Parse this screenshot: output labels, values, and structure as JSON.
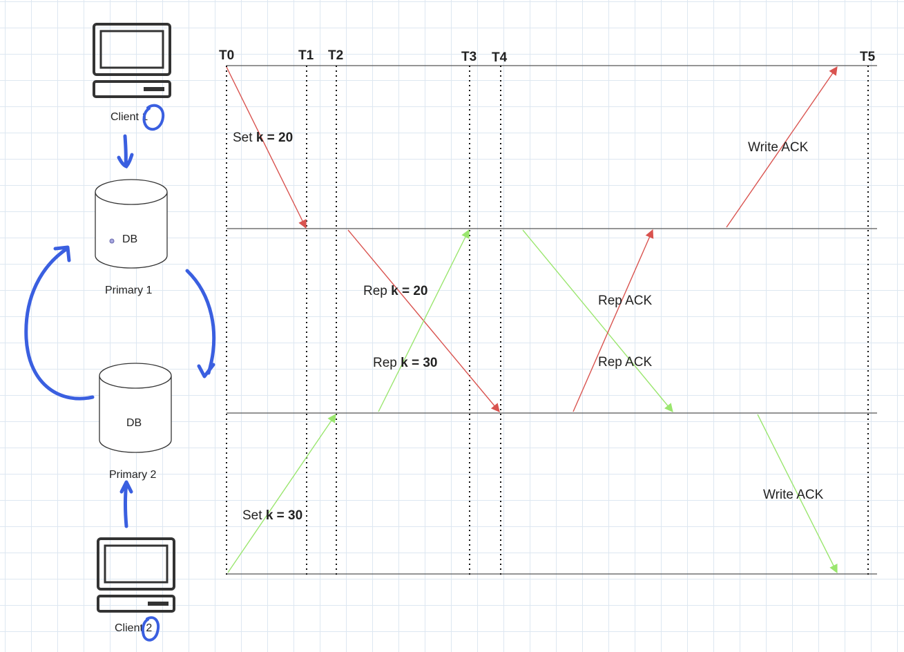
{
  "timeline": {
    "ticks": [
      "T0",
      "T1",
      "T2",
      "T3",
      "T4",
      "T5"
    ]
  },
  "nodes": {
    "client1": "Client 1",
    "primary1": "Primary 1",
    "primary2": "Primary 2",
    "client2": "Client 2",
    "db1_label": "DB",
    "db2_label": "DB"
  },
  "messages": {
    "set_k20": {
      "prefix": "Set ",
      "key": "k = 20"
    },
    "rep_k20": {
      "prefix": "Rep ",
      "key": "k = 20"
    },
    "rep_k30": {
      "prefix": "Rep ",
      "key": "k = 30"
    },
    "set_k30": {
      "prefix": "Set ",
      "key": "k = 30"
    },
    "write_ack_1": "Write ACK",
    "rep_ack_1": "Rep ACK",
    "rep_ack_2": "Rep ACK",
    "write_ack_2": "Write ACK"
  },
  "colors": {
    "red_arrow": "#d9534f",
    "green_arrow": "#9ae66e",
    "annotation_blue": "#3a5fe0",
    "lifeline": "#555555"
  }
}
